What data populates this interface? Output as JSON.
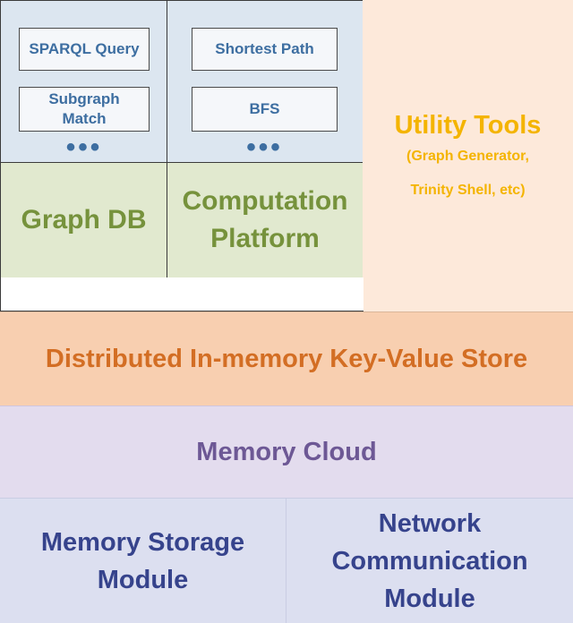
{
  "graph_db": {
    "operations": [
      "SPARQL Query",
      "Subgraph\nMatch"
    ],
    "ellipsis": "•••",
    "title": "Graph DB"
  },
  "computation": {
    "operations": [
      "Shortest Path",
      "BFS"
    ],
    "ellipsis": "•••",
    "title": "Computation\nPlatform"
  },
  "utility": {
    "title": "Utility Tools",
    "subtitle_line1": "(Graph Generator,",
    "subtitle_line2": "Trinity Shell, etc)"
  },
  "kv_store": {
    "label": "Distributed In-memory Key-Value Store"
  },
  "memory_cloud": {
    "label": "Memory Cloud"
  },
  "storage_module": {
    "label": "Memory Storage\nModule"
  },
  "network_module": {
    "label": "Network\nCommunication\nModule"
  },
  "colors": {
    "blue_panel": "#dce6f0",
    "green_panel": "#e1e9cf",
    "utility_panel": "#fde9da",
    "kv_band": "#f8cfb0",
    "cloud_band": "#e3dcee",
    "bottom_band": "#dcdff0"
  }
}
